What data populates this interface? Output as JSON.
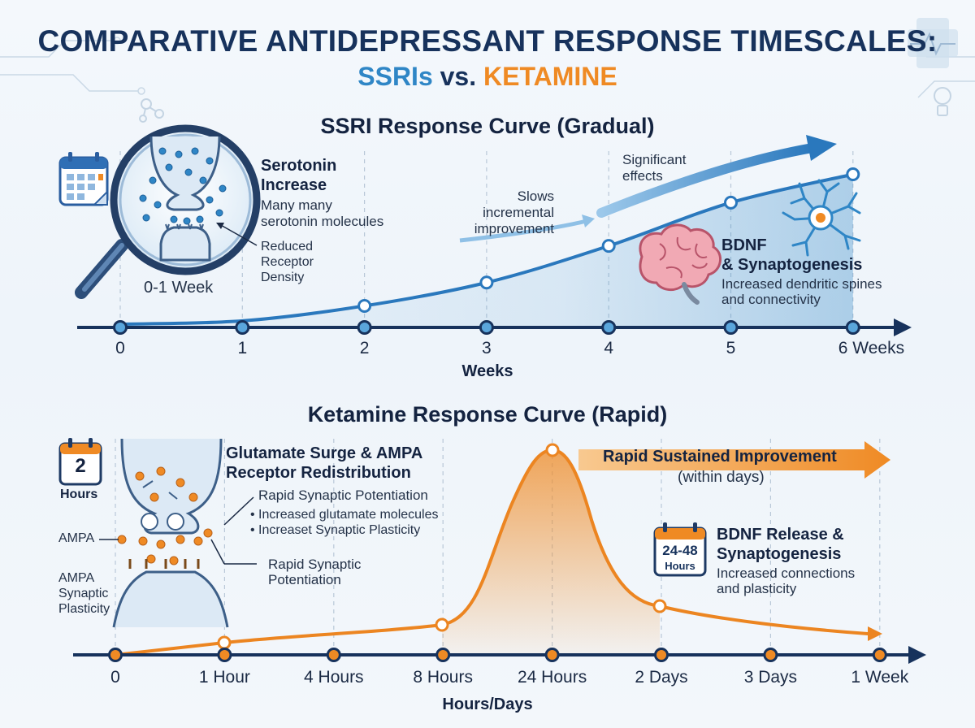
{
  "header": {
    "title": "COMPARATIVE ANTIDEPRESSANT RESPONSE TIMESCALES:",
    "subtitle_ssri": "SSRIs",
    "subtitle_vs": "vs.",
    "subtitle_ketamine": "KETAMINE"
  },
  "colors": {
    "navy": "#17325c",
    "ssri_blue": "#2f86c6",
    "ketamine_orange": "#ef8a24"
  },
  "ssri": {
    "title": "SSRI Response Curve (Gradual)",
    "ticks": [
      "0",
      "1",
      "2",
      "3",
      "4",
      "5",
      "6 Weeks"
    ],
    "axis_title": "Weeks",
    "curve_values": [
      0,
      0.02,
      0.11,
      0.25,
      0.47,
      0.73,
      0.9
    ],
    "annotations": {
      "serotonin_title_1": "Serotonin",
      "serotonin_title_2": "Increase",
      "serotonin_text_1": "Many many",
      "serotonin_text_2": "serotonin molecules",
      "receptor_1": "Reduced",
      "receptor_2": "Receptor",
      "receptor_3": "Density",
      "week_label": "0-1 Week",
      "slows_1": "Slows",
      "slows_2": "incremental",
      "slows_3": "improvement",
      "significant_1": "Significant",
      "significant_2": "effects",
      "bdnf_title_1": "BDNF",
      "bdnf_title_2": "& Synaptogenesis",
      "bdnf_text_1": "Increased dendritic spines",
      "bdnf_text_2": "and connectivity"
    }
  },
  "ketamine": {
    "title": "Ketamine Response Curve (Rapid)",
    "ticks": [
      "0",
      "1 Hour",
      "4 Hours",
      "8 Hours",
      "24 Hours",
      "2 Days",
      "3 Days",
      "1 Week"
    ],
    "axis_title": "Hours/Days",
    "annotations": {
      "calendar_number": "2",
      "calendar_label": "Hours",
      "glutamate_1": "Glutamate Surge & AMPA",
      "glutamate_2": "Receptor Redistribution",
      "rapid_potentiation": "Rapid Synaptic Potentiation",
      "bullet_1": "• Increased glutamate molecules",
      "bullet_2": "• Increaset Synaptic Plasticity",
      "ampa": "AMPA",
      "ampa_plast_1": "AMPA",
      "ampa_plast_2": "Synaptic",
      "ampa_plast_3": "Plasticity",
      "rapid_pot_2_1": "Rapid Synaptic",
      "rapid_pot_2_2": "Potentiation",
      "sustained_1": "Rapid Sustained Improvement",
      "sustained_2": "(within days)",
      "cal2_text": "24-48",
      "cal2_label": "Hours",
      "bdnf_title_1": "BDNF Release &",
      "bdnf_title_2": "Synaptogenesis",
      "bdnf_text_1": "Increased connections",
      "bdnf_text_2": "and plasticity"
    }
  }
}
